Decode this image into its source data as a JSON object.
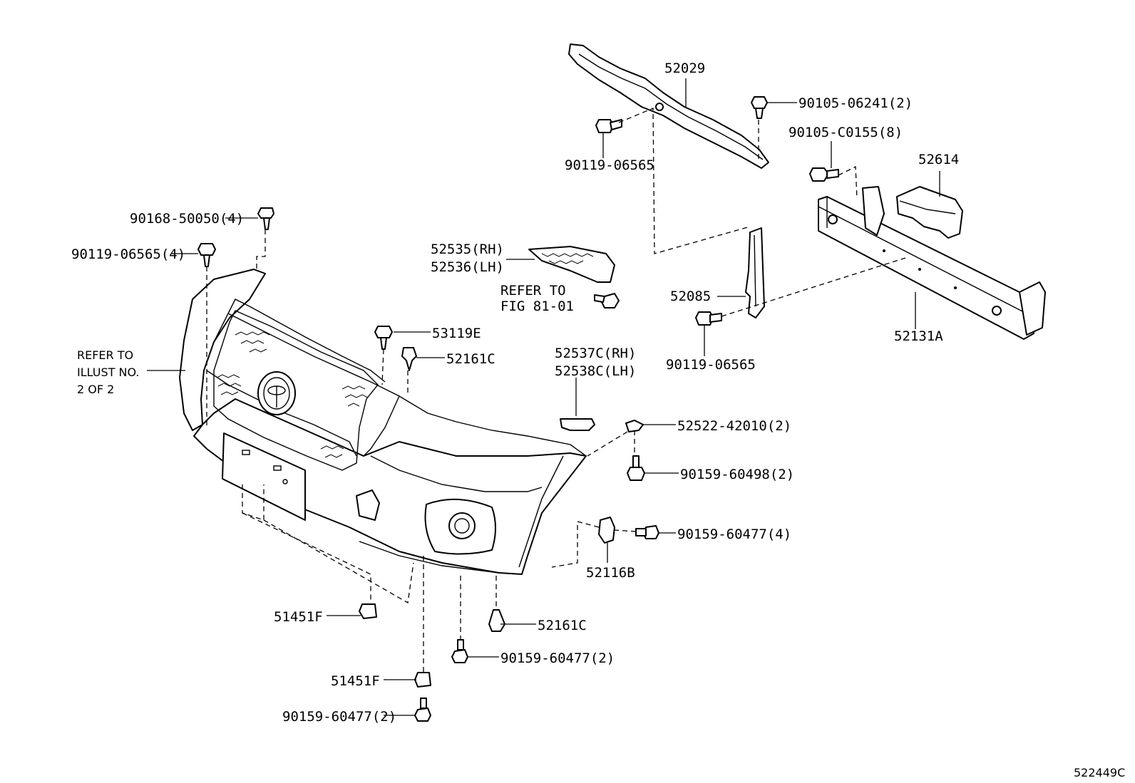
{
  "labels": {
    "p52029": "52029",
    "p90105_06241": "90105-06241(2)",
    "p90119_06565_top": "90119-06565",
    "p90105_C0155": "90105-C0155(8)",
    "p52614": "52614",
    "p90168_50050": "90168-50050(4)",
    "p90119_06565_4": "90119-06565(4)",
    "p52535": "52535(RH)",
    "p52536": "52536(LH)",
    "refer_fig_1": "REFER TO",
    "refer_fig_2": "FIG 81-01",
    "p52085": "52085",
    "p52131A": "52131A",
    "p53119E": "53119E",
    "p52161C_top": "52161C",
    "p52537C": "52537C(RH)",
    "p52538C": "52538C(LH)",
    "p90119_06565_mid": "90119-06565",
    "refer_illust_1": "REFER TO",
    "refer_illust_2": "ILLUST NO.",
    "refer_illust_3": "2 OF 2",
    "p52522_42010": "52522-42010(2)",
    "p90159_60498": "90159-60498(2)",
    "p90159_60477_4": "90159-60477(4)",
    "p52116B": "52116B",
    "p51451F_a": "51451F",
    "p52161C_bot": "52161C",
    "p90159_60477_2a": "90159-60477(2)",
    "p51451F_b": "51451F",
    "p90159_60477_2b": "90159-60477(2)",
    "diagram_id": "522449C"
  }
}
